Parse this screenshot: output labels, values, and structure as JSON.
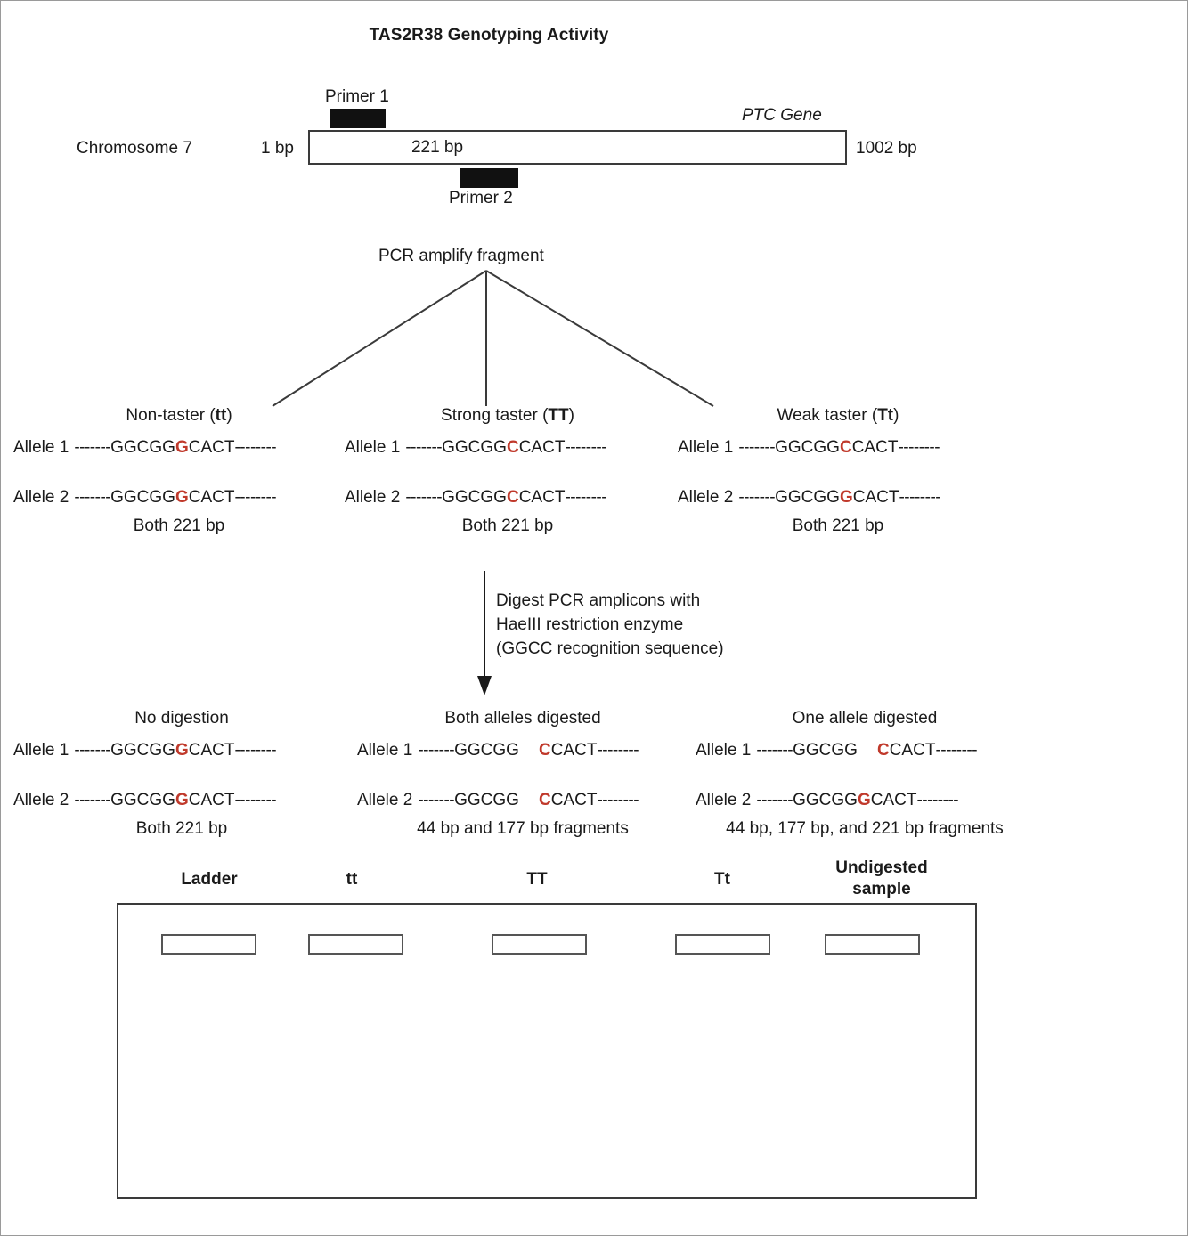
{
  "title": "TAS2R38 Genotyping Activity",
  "accent_color": "#c0392b",
  "chromosome": {
    "chromosome_label": "Chromosome 7",
    "start_label": "1 bp",
    "end_label": "1002 bp",
    "amplicon_label": "221 bp",
    "gene_label": "PTC Gene",
    "primer1_label": "Primer 1",
    "primer2_label": "Primer 2"
  },
  "pcr_step": {
    "label": "PCR amplify fragment"
  },
  "genotypes": [
    {
      "name": "Non-taster",
      "genotype": "tt",
      "heading_prefix": "Non-taster (",
      "heading_suffix": ")",
      "alleles": [
        {
          "tag": "Allele 1",
          "lead": "-------",
          "pre": "GGCGG",
          "snp": "G",
          "post": "CACT",
          "trail": "--------",
          "cut": false
        },
        {
          "tag": "Allele 2",
          "lead": "-------",
          "pre": "GGCGG",
          "snp": "G",
          "post": "CACT",
          "trail": "--------",
          "cut": false
        }
      ],
      "footer": "Both 221 bp"
    },
    {
      "name": "Strong taster",
      "genotype": "TT",
      "heading_prefix": "Strong taster (",
      "heading_suffix": ")",
      "alleles": [
        {
          "tag": "Allele 1",
          "lead": "-------",
          "pre": "GGCGG",
          "snp": "C",
          "post": "CACT",
          "trail": "--------",
          "cut": false
        },
        {
          "tag": "Allele 2",
          "lead": "-------",
          "pre": "GGCGG",
          "snp": "C",
          "post": "CACT",
          "trail": "--------",
          "cut": false
        }
      ],
      "footer": "Both 221 bp"
    },
    {
      "name": "Weak taster",
      "genotype": "Tt",
      "heading_prefix": "Weak taster (",
      "heading_suffix": ")",
      "alleles": [
        {
          "tag": "Allele 1",
          "lead": "-------",
          "pre": "GGCGG",
          "snp": "C",
          "post": "CACT",
          "trail": "--------",
          "cut": false
        },
        {
          "tag": "Allele 2",
          "lead": "-------",
          "pre": "GGCGG",
          "snp": "G",
          "post": "CACT",
          "trail": "--------",
          "cut": false
        }
      ],
      "footer": "Both 221 bp"
    }
  ],
  "digest_step": {
    "line1": "Digest PCR amplicons with",
    "line2": "HaeIII restriction enzyme",
    "line3": "(GGCC recognition sequence)"
  },
  "digest_results": [
    {
      "heading": "No digestion",
      "alleles": [
        {
          "tag": "Allele 1",
          "lead": "-------",
          "pre": "GGCGG",
          "snp": "G",
          "post": "CACT",
          "trail": "--------",
          "cut": false
        },
        {
          "tag": "Allele 2",
          "lead": "-------",
          "pre": "GGCGG",
          "snp": "G",
          "post": "CACT",
          "trail": "--------",
          "cut": false
        }
      ],
      "footer": "Both 221 bp"
    },
    {
      "heading": "Both alleles digested",
      "alleles": [
        {
          "tag": "Allele 1",
          "lead": "-------",
          "pre": "GGCGG",
          "snp": "C",
          "post": "CACT",
          "trail": "--------",
          "cut": true
        },
        {
          "tag": "Allele 2",
          "lead": "-------",
          "pre": "GGCGG",
          "snp": "C",
          "post": "CACT",
          "trail": "--------",
          "cut": true
        }
      ],
      "footer": "44 bp and 177 bp fragments"
    },
    {
      "heading": "One allele digested",
      "alleles": [
        {
          "tag": "Allele 1",
          "lead": "-------",
          "pre": "GGCGG",
          "snp": "C",
          "post": "CACT",
          "trail": "--------",
          "cut": true
        },
        {
          "tag": "Allele 2",
          "lead": "-------",
          "pre": "GGCGG",
          "snp": "G",
          "post": "CACT",
          "trail": "--------",
          "cut": false
        }
      ],
      "footer": "44 bp, 177 bp, and 221 bp fragments"
    }
  ],
  "gel": {
    "lanes": [
      {
        "label": "Ladder"
      },
      {
        "label": "tt"
      },
      {
        "label": "TT"
      },
      {
        "label": "Tt"
      },
      {
        "label": "Undigested sample"
      }
    ]
  }
}
